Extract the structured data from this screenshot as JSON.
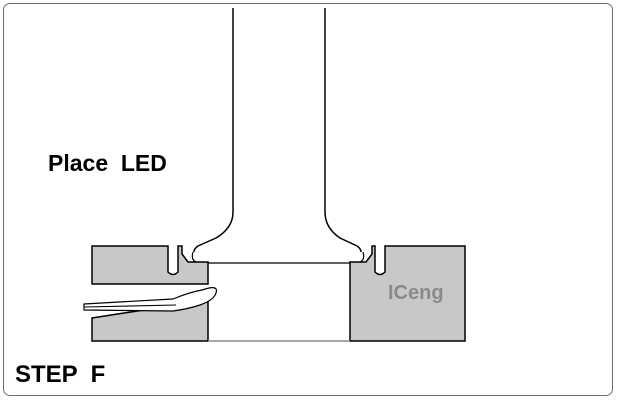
{
  "instruction": "Place  LED",
  "step_label": "STEP  F",
  "brand_label": "ICeng",
  "colors": {
    "block_fill": "#c8c8c8",
    "outline": "#000000",
    "brand_text": "#8a8a8a",
    "frame_border": "#6e6e6e"
  }
}
